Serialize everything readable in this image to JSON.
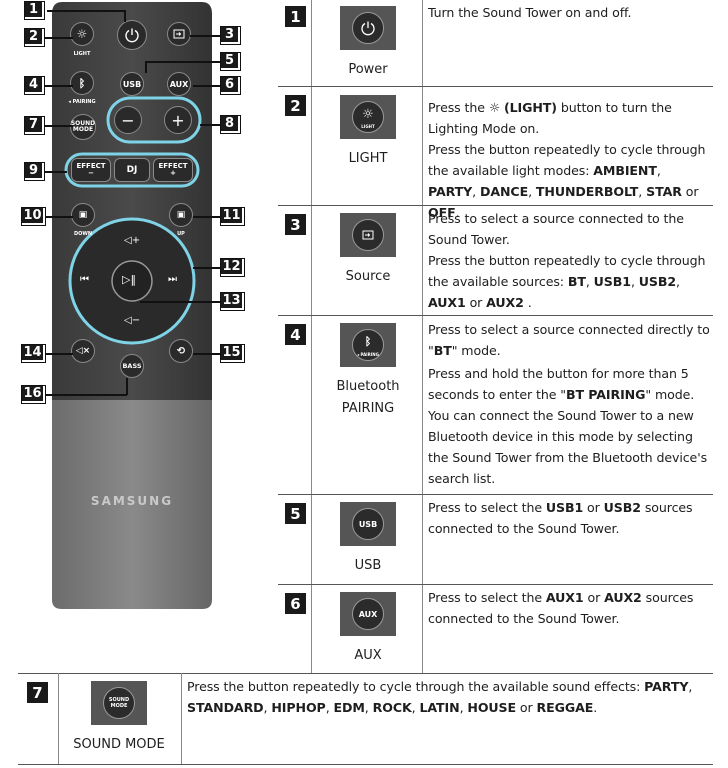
{
  "remote": {
    "brand": "SAMSUNG",
    "buttons": {
      "light_label": "LIGHT",
      "pairing_label": "PAIRING",
      "usb": "USB",
      "aux": "AUX",
      "sound_mode_line1": "SOUND",
      "sound_mode_line2": "MODE",
      "effect": "EFFECT",
      "effect_minus": "−",
      "effect_plus": "+",
      "dj": "DJ",
      "down": "DOWN",
      "up": "UP",
      "bass": "BASS"
    },
    "callouts": [
      "1",
      "2",
      "3",
      "4",
      "5",
      "6",
      "7",
      "8",
      "9",
      "10",
      "11",
      "12",
      "13",
      "14",
      "15",
      "16"
    ]
  },
  "table": {
    "rows": [
      {
        "num": "1",
        "name": "Power",
        "icon": "power-icon",
        "desc": "Turn the Sound Tower on and off."
      },
      {
        "num": "2",
        "name": "LIGHT",
        "icon": "light-icon",
        "icon_label": "LIGHT",
        "desc_parts": {
          "a": "Press the ",
          "b": "(LIGHT)",
          "c": " button to turn the Lighting Mode on.",
          "d": "Press the button repeatedly to cycle through the available light modes: ",
          "e": "AMBIENT",
          "f": ", ",
          "g": "PARTY",
          "h": ", ",
          "i": "DANCE",
          "j": ", ",
          "k": "THUNDERBOLT",
          "l": ", ",
          "m": "STAR",
          "n": " or ",
          "o": "OFF",
          "p": "."
        }
      },
      {
        "num": "3",
        "name": "Source",
        "icon": "source-icon",
        "desc_parts": {
          "a": "Press to select a source connected to the Sound Tower.",
          "b": "Press the button repeatedly to cycle through the available sources: ",
          "c": "BT",
          "d": ", ",
          "e": "USB1",
          "f": ", ",
          "g": "USB2",
          "h": ", ",
          "i": "AUX1",
          "j": " or ",
          "k": "AUX2",
          "l": " ."
        }
      },
      {
        "num": "4",
        "name_line1": "Bluetooth",
        "name_line2": "PAIRING",
        "icon": "bluetooth-icon",
        "icon_label": "PAIRING",
        "desc_parts": {
          "a": "Press to select a source connected directly to \"",
          "b": "BT",
          "c": "\" mode.",
          "d": "Press and hold the button for more than 5 seconds to enter the \"",
          "e": "BT PAIRING",
          "f": "\" mode. You can connect the Sound Tower to a new Bluetooth device in this mode by selecting the Sound Tower from the Bluetooth device's search list."
        }
      },
      {
        "num": "5",
        "name": "USB",
        "icon": "usb-icon",
        "icon_label": "USB",
        "desc_parts": {
          "a": "Press to select the ",
          "b": "USB1",
          "c": " or ",
          "d": "USB2",
          "e": " sources connected to the Sound Tower."
        }
      },
      {
        "num": "6",
        "name": "AUX",
        "icon": "aux-icon",
        "icon_label": "AUX",
        "desc_parts": {
          "a": "Press to select the ",
          "b": "AUX1",
          "c": " or ",
          "d": "AUX2",
          "e": " sources connected to the Sound Tower."
        }
      },
      {
        "num": "7",
        "name": "SOUND MODE",
        "icon": "sound-mode-icon",
        "icon_label_1": "SOUND",
        "icon_label_2": "MODE",
        "desc_parts": {
          "a": "Press the button repeatedly to cycle through the available sound effects: ",
          "b": "PARTY",
          "c": ", ",
          "d": "STANDARD",
          "e": ", ",
          "f": "HIPHOP",
          "g": ", ",
          "h": "EDM",
          "i": ", ",
          "j": "ROCK",
          "k": ", ",
          "l": "LATIN",
          "m": ", ",
          "n": "HOUSE",
          "o": " or ",
          "p": "REGGAE",
          "q": "."
        }
      }
    ]
  }
}
